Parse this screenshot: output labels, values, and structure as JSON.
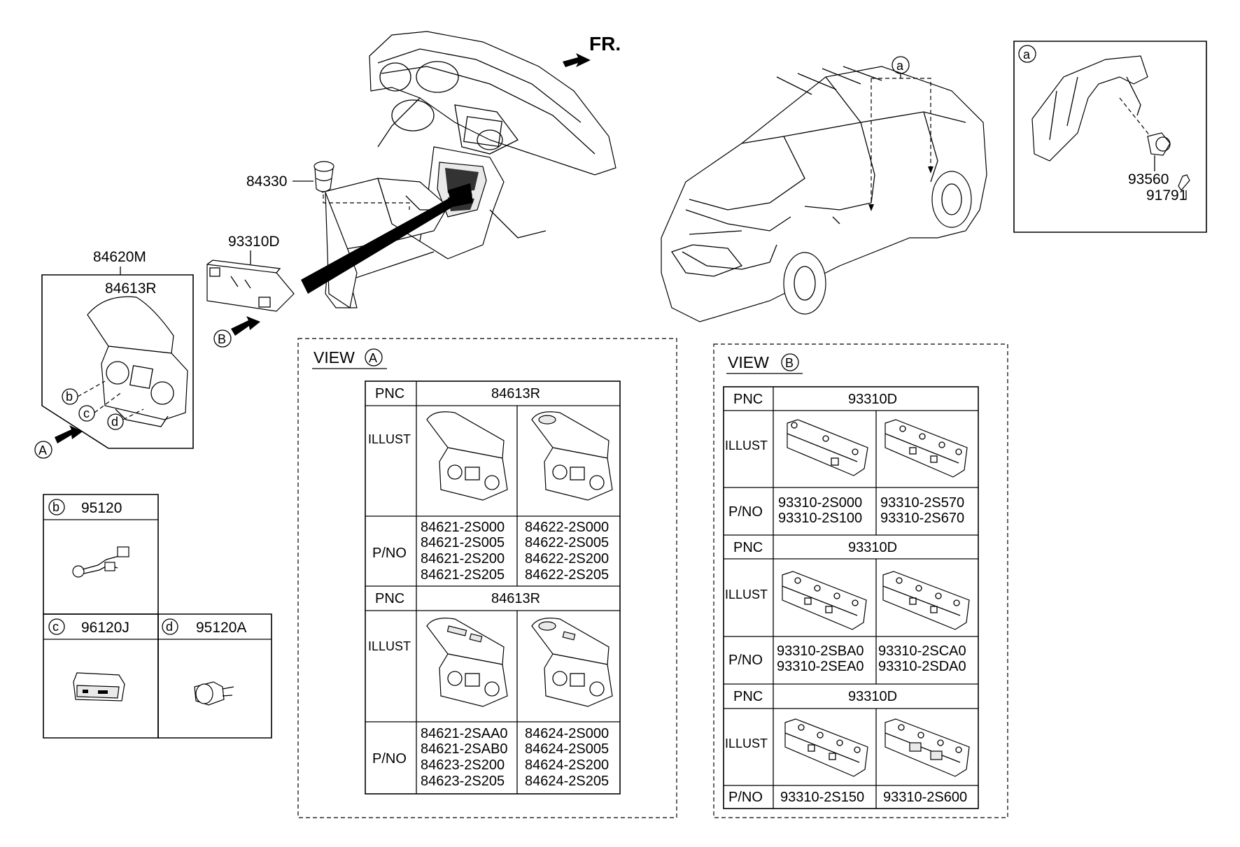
{
  "direction_label": "FR.",
  "callouts": {
    "p84330": "84330",
    "p84620M": "84620M",
    "p84613R": "84613R",
    "p93310D": "93310D",
    "p93560": "93560",
    "p91791": "91791"
  },
  "markers": {
    "A": "A",
    "B": "B",
    "a": "a",
    "b": "b",
    "c": "c",
    "d": "d"
  },
  "small_boxes": {
    "b": {
      "letter": "b",
      "part": "95120"
    },
    "c": {
      "letter": "c",
      "part": "96120J"
    },
    "d": {
      "letter": "d",
      "part": "95120A"
    }
  },
  "view_a": {
    "title": "VIEW",
    "marker": "A",
    "groups": [
      {
        "pnc_label": "PNC",
        "pnc": "84613R",
        "illust_label": "ILLUST",
        "pno_label": "P/NO",
        "pno_left": [
          "84621-2S000",
          "84621-2S005",
          "84621-2S200",
          "84621-2S205"
        ],
        "pno_right": [
          "84622-2S000",
          "84622-2S005",
          "84622-2S200",
          "84622-2S205"
        ]
      },
      {
        "pnc_label": "PNC",
        "pnc": "84613R",
        "illust_label": "ILLUST",
        "pno_label": "P/NO",
        "pno_left": [
          "84621-2SAA0",
          "84621-2SAB0",
          "84623-2S200",
          "84623-2S205"
        ],
        "pno_right": [
          "84624-2S000",
          "84624-2S005",
          "84624-2S200",
          "84624-2S205"
        ]
      }
    ]
  },
  "view_b": {
    "title": "VIEW",
    "marker": "B",
    "groups": [
      {
        "pnc_label": "PNC",
        "pnc": "93310D",
        "illust_label": "ILLUST",
        "pno_label": "P/NO",
        "pno_left": [
          "93310-2S000",
          "93310-2S100"
        ],
        "pno_right": [
          "93310-2S570",
          "93310-2S670"
        ]
      },
      {
        "pnc_label": "PNC",
        "pnc": "93310D",
        "illust_label": "ILLUST",
        "pno_label": "P/NO",
        "pno_left": [
          "93310-2SBA0",
          "93310-2SEA0"
        ],
        "pno_right": [
          "93310-2SCA0",
          "93310-2SDA0"
        ]
      },
      {
        "pnc_label": "PNC",
        "pnc": "93310D",
        "illust_label": "ILLUST",
        "pno_label": "P/NO",
        "pno_left": [
          "93310-2S150"
        ],
        "pno_right": [
          "93310-2S600"
        ]
      }
    ]
  },
  "icons": {
    "arrow": "solid-arrow-icon",
    "harness": "wiring-harness-icon",
    "socket": "usb-aux-socket-icon",
    "outlet": "power-outlet-icon"
  }
}
